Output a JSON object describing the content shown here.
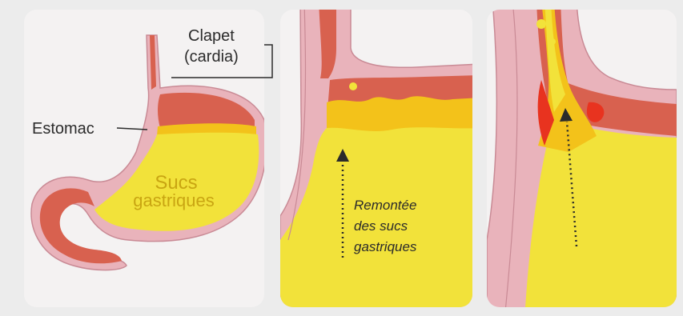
{
  "panel1": {
    "clapet_label_line1": "Clapet",
    "clapet_label_line2": "(cardia)",
    "estomac_label": "Estomac",
    "sucs_label_line1": "Sucs",
    "sucs_label_line2": "gastriques"
  },
  "panel2": {
    "remontee_line1": "Remontée",
    "remontee_line2": "des sucs",
    "remontee_line3": "gastriques"
  },
  "colors": {
    "background": "#ececec",
    "panel_bg": "#f4f2f2",
    "wall_pink": "#e9b3bb",
    "wall_edge": "#c98a95",
    "muscle_red": "#d8614f",
    "acid_yellow": "#f2e23a",
    "acid_orange": "#f3c21a",
    "reflux_red": "#e8331f",
    "text": "#2b2b2b"
  }
}
